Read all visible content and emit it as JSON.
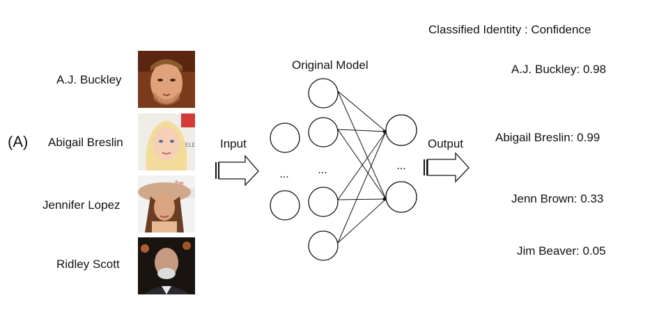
{
  "panel_label": "(A)",
  "header": {
    "title": "Classified Identity : Confidence"
  },
  "inputs": [
    {
      "name": "A.J. Buckley",
      "photo": "photo-face-buckley"
    },
    {
      "name": "Abigail Breslin",
      "photo": "photo-face-breslin"
    },
    {
      "name": "Jennifer Lopez",
      "photo": "photo-face-lopez"
    },
    {
      "name": "Ridley Scott",
      "photo": "photo-face-scott"
    }
  ],
  "input_label": "Input",
  "output_label": "Output",
  "model": {
    "title": "Original Model",
    "ellipsis": "..."
  },
  "outputs": [
    {
      "text": "A.J. Buckley: 0.98"
    },
    {
      "text": "Abigail Breslin: 0.99"
    },
    {
      "text": "Jenn Brown: 0.33"
    },
    {
      "text": "Jim Beaver: 0.05"
    }
  ],
  "colors": {
    "ink": "#111111",
    "arrow_fill": "#ffffff"
  }
}
